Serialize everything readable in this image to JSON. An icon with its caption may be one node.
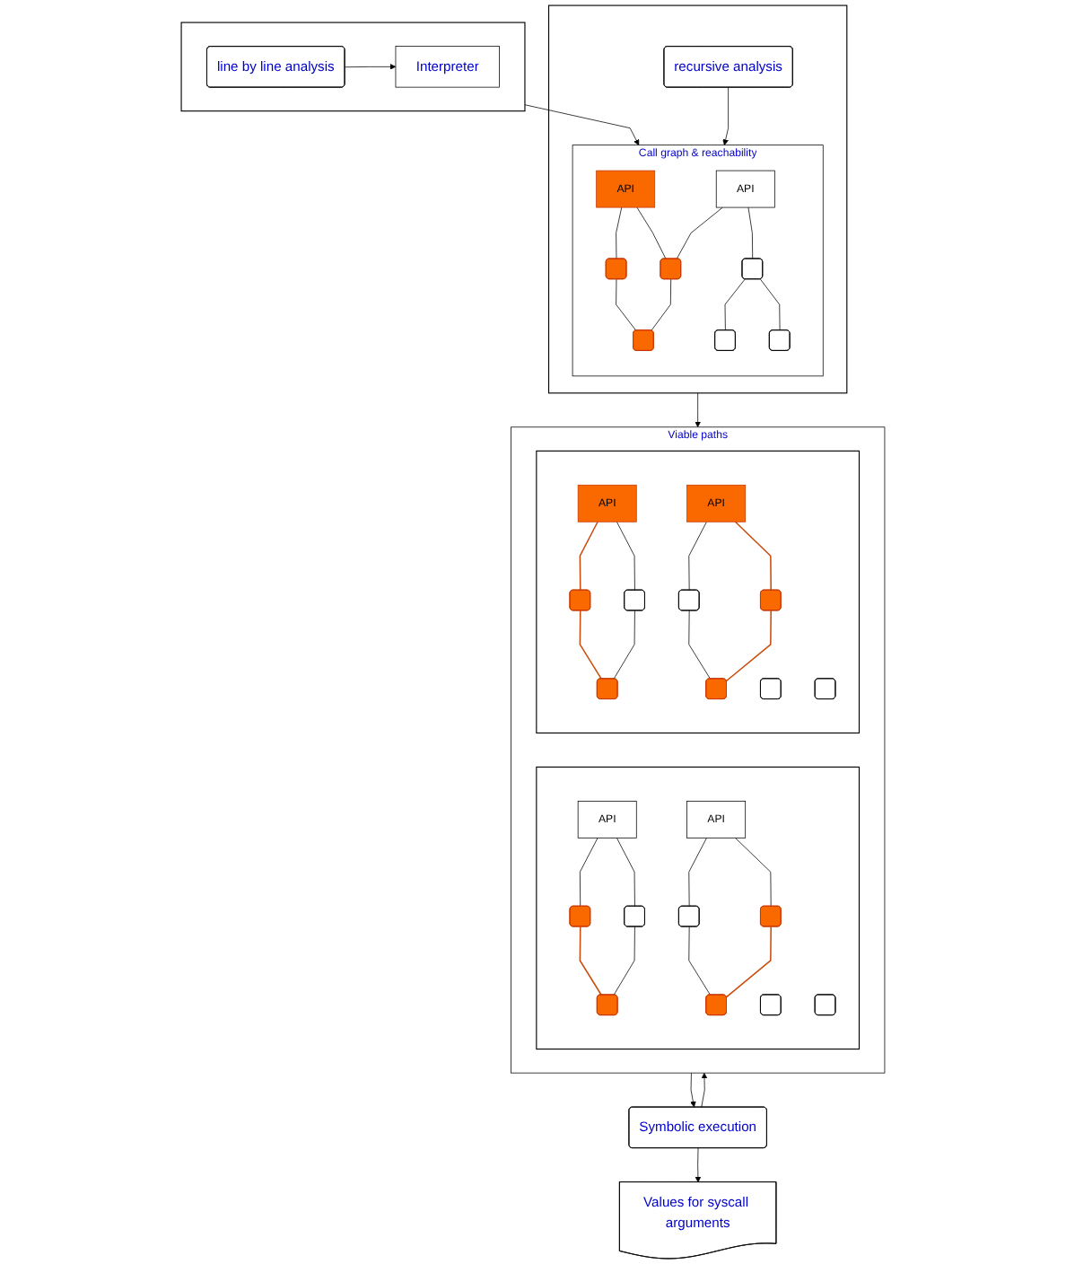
{
  "diagram": {
    "nodes": [
      {
        "text": [],
        "shape": "box"
      },
      {
        "text": [
          "line by line analysis"
        ],
        "in": 0
      },
      {
        "text": [
          "Interpreter"
        ],
        "in": 0
      },
      {
        "text": [],
        "shape": "box"
      },
      {
        "text": [
          "recursive analysis"
        ],
        "in": 3
      },
      {
        "text": [
          "Call graph & reachability"
        ],
        "in": 3
      },
      {
        "text": [
          "API"
        ],
        "in": 5
      },
      {
        "text": [
          "API"
        ],
        "in": 5
      },
      {
        "text": [],
        "shape": "box",
        "in": 5
      },
      {
        "text": [],
        "shape": "box",
        "in": 5
      },
      {
        "text": [],
        "shape": "box",
        "in": 5
      },
      {
        "text": [],
        "shape": "box",
        "in": 5
      },
      {
        "text": [],
        "shape": "box",
        "in": 5
      },
      {
        "text": [],
        "shape": "box",
        "in": 5
      },
      {
        "text": [
          "Viable paths"
        ]
      },
      {
        "text": [],
        "shape": "box",
        "in": 14
      },
      {
        "text": [
          "API"
        ],
        "in": 15
      },
      {
        "text": [],
        "shape": "box",
        "in": 15
      },
      {
        "text": [],
        "shape": "box",
        "in": 15
      },
      {
        "text": [],
        "shape": "box",
        "in": 15
      },
      {
        "text": [],
        "shape": "box",
        "in": 15
      },
      {
        "text": [
          "API"
        ],
        "in": 15
      },
      {
        "text": [],
        "shape": "box",
        "in": 15
      },
      {
        "text": [],
        "shape": "box",
        "in": 15
      },
      {
        "text": [],
        "shape": "box",
        "in": 15
      },
      {
        "text": [],
        "shape": "box",
        "in": 15
      },
      {
        "text": [],
        "shape": "box",
        "in": 14
      },
      {
        "text": [
          "API"
        ],
        "in": 26
      },
      {
        "text": [],
        "shape": "box",
        "in": 26
      },
      {
        "text": [],
        "shape": "box",
        "in": 26
      },
      {
        "text": [],
        "shape": "box",
        "in": 26
      },
      {
        "text": [],
        "shape": "box",
        "in": 26
      },
      {
        "text": [
          "API"
        ],
        "in": 26
      },
      {
        "text": [],
        "shape": "box",
        "in": 26
      },
      {
        "text": [],
        "shape": "box",
        "in": 26
      },
      {
        "text": [],
        "shape": "box",
        "in": 26
      },
      {
        "text": [],
        "shape": "box",
        "in": 26
      },
      {
        "text": [
          "Symbolic execution"
        ]
      },
      {
        "text": [
          "Values for syscall arguments"
        ]
      }
    ],
    "edges": [
      {
        "from": 1,
        "to": 2,
        "arrow": "to"
      },
      {
        "from": 0,
        "to": 5,
        "arrow": "to"
      },
      {
        "from": 4,
        "to": 5,
        "arrow": "to"
      },
      {
        "from": 3,
        "to": 14,
        "arrow": "to"
      },
      {
        "from": 37,
        "to": 14,
        "arrow": "to"
      },
      {
        "from": 14,
        "to": 37,
        "arrow": "to"
      },
      {
        "from": 37,
        "to": 38,
        "arrow": "to"
      },
      {
        "from": 6,
        "to": 8,
        "arrow": "none"
      },
      {
        "from": 6,
        "to": 9,
        "arrow": "none"
      },
      {
        "from": 7,
        "to": 10,
        "arrow": "none"
      },
      {
        "from": 7,
        "to": 9,
        "arrow": "none"
      },
      {
        "from": 8,
        "to": 11,
        "arrow": "none"
      },
      {
        "from": 9,
        "to": 11,
        "arrow": "none"
      },
      {
        "from": 10,
        "to": 12,
        "arrow": "none"
      },
      {
        "from": 10,
        "to": 13,
        "arrow": "none"
      },
      {
        "from": 16,
        "to": 17,
        "arrow": "none"
      },
      {
        "from": 16,
        "to": 18,
        "arrow": "none"
      },
      {
        "from": 17,
        "to": 19,
        "arrow": "none",
        "color": "#c94a0a"
      },
      {
        "from": 18,
        "to": 19,
        "arrow": "none"
      },
      {
        "from": 21,
        "to": 22,
        "arrow": "none"
      },
      {
        "from": 21,
        "to": 23,
        "arrow": "none"
      },
      {
        "from": 22,
        "to": 24,
        "arrow": "none"
      },
      {
        "from": 23,
        "to": 24,
        "arrow": "none",
        "color": "#c94a0a"
      },
      {
        "from": 27,
        "to": 28,
        "arrow": "none",
        "color": "#c94a0a"
      },
      {
        "from": 27,
        "to": 29,
        "arrow": "none"
      },
      {
        "from": 28,
        "to": 30,
        "arrow": "none",
        "color": "#c94a0a"
      },
      {
        "from": 29,
        "to": 30,
        "arrow": "none"
      },
      {
        "from": 32,
        "to": 33,
        "arrow": "none"
      },
      {
        "from": 32,
        "to": 34,
        "arrow": "none",
        "color": "#c94a0a"
      },
      {
        "from": 33,
        "to": 35,
        "arrow": "none"
      },
      {
        "from": 34,
        "to": 35,
        "arrow": "none",
        "color": "#c94a0a"
      }
    ]
  }
}
